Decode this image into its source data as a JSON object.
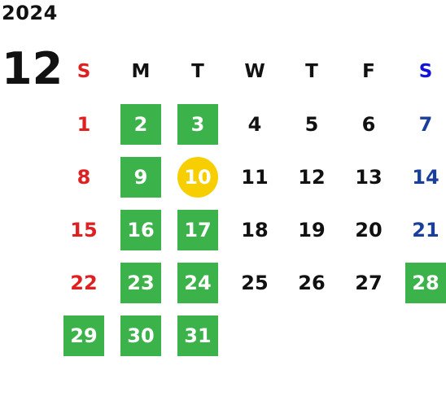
{
  "calendar": {
    "year": "2024",
    "month": "12",
    "weekdays": [
      {
        "label": "S",
        "color": "#e02020"
      },
      {
        "label": "M",
        "color": "#111111"
      },
      {
        "label": "T",
        "color": "#111111"
      },
      {
        "label": "W",
        "color": "#111111"
      },
      {
        "label": "T",
        "color": "#111111"
      },
      {
        "label": "F",
        "color": "#111111"
      },
      {
        "label": "S",
        "color": "#1414d8"
      }
    ],
    "colors": {
      "sunday": "#e02020",
      "saturday": "#1a3f9a",
      "weekday": "#111111",
      "highlight_green": "#3cb24a",
      "today_yellow": "#f7cf00"
    },
    "first_weekday_index": 0,
    "days": [
      {
        "day": "1",
        "style": "normal"
      },
      {
        "day": "2",
        "style": "green"
      },
      {
        "day": "3",
        "style": "green"
      },
      {
        "day": "4",
        "style": "normal"
      },
      {
        "day": "5",
        "style": "normal"
      },
      {
        "day": "6",
        "style": "normal"
      },
      {
        "day": "7",
        "style": "normal"
      },
      {
        "day": "8",
        "style": "normal"
      },
      {
        "day": "9",
        "style": "green"
      },
      {
        "day": "10",
        "style": "today"
      },
      {
        "day": "11",
        "style": "normal"
      },
      {
        "day": "12",
        "style": "normal"
      },
      {
        "day": "13",
        "style": "normal"
      },
      {
        "day": "14",
        "style": "normal"
      },
      {
        "day": "15",
        "style": "normal"
      },
      {
        "day": "16",
        "style": "green"
      },
      {
        "day": "17",
        "style": "green"
      },
      {
        "day": "18",
        "style": "normal"
      },
      {
        "day": "19",
        "style": "normal"
      },
      {
        "day": "20",
        "style": "normal"
      },
      {
        "day": "21",
        "style": "normal"
      },
      {
        "day": "22",
        "style": "normal"
      },
      {
        "day": "23",
        "style": "green"
      },
      {
        "day": "24",
        "style": "green"
      },
      {
        "day": "25",
        "style": "normal"
      },
      {
        "day": "26",
        "style": "normal"
      },
      {
        "day": "27",
        "style": "normal"
      },
      {
        "day": "28",
        "style": "green"
      },
      {
        "day": "29",
        "style": "green"
      },
      {
        "day": "30",
        "style": "green"
      },
      {
        "day": "31",
        "style": "green"
      }
    ]
  }
}
